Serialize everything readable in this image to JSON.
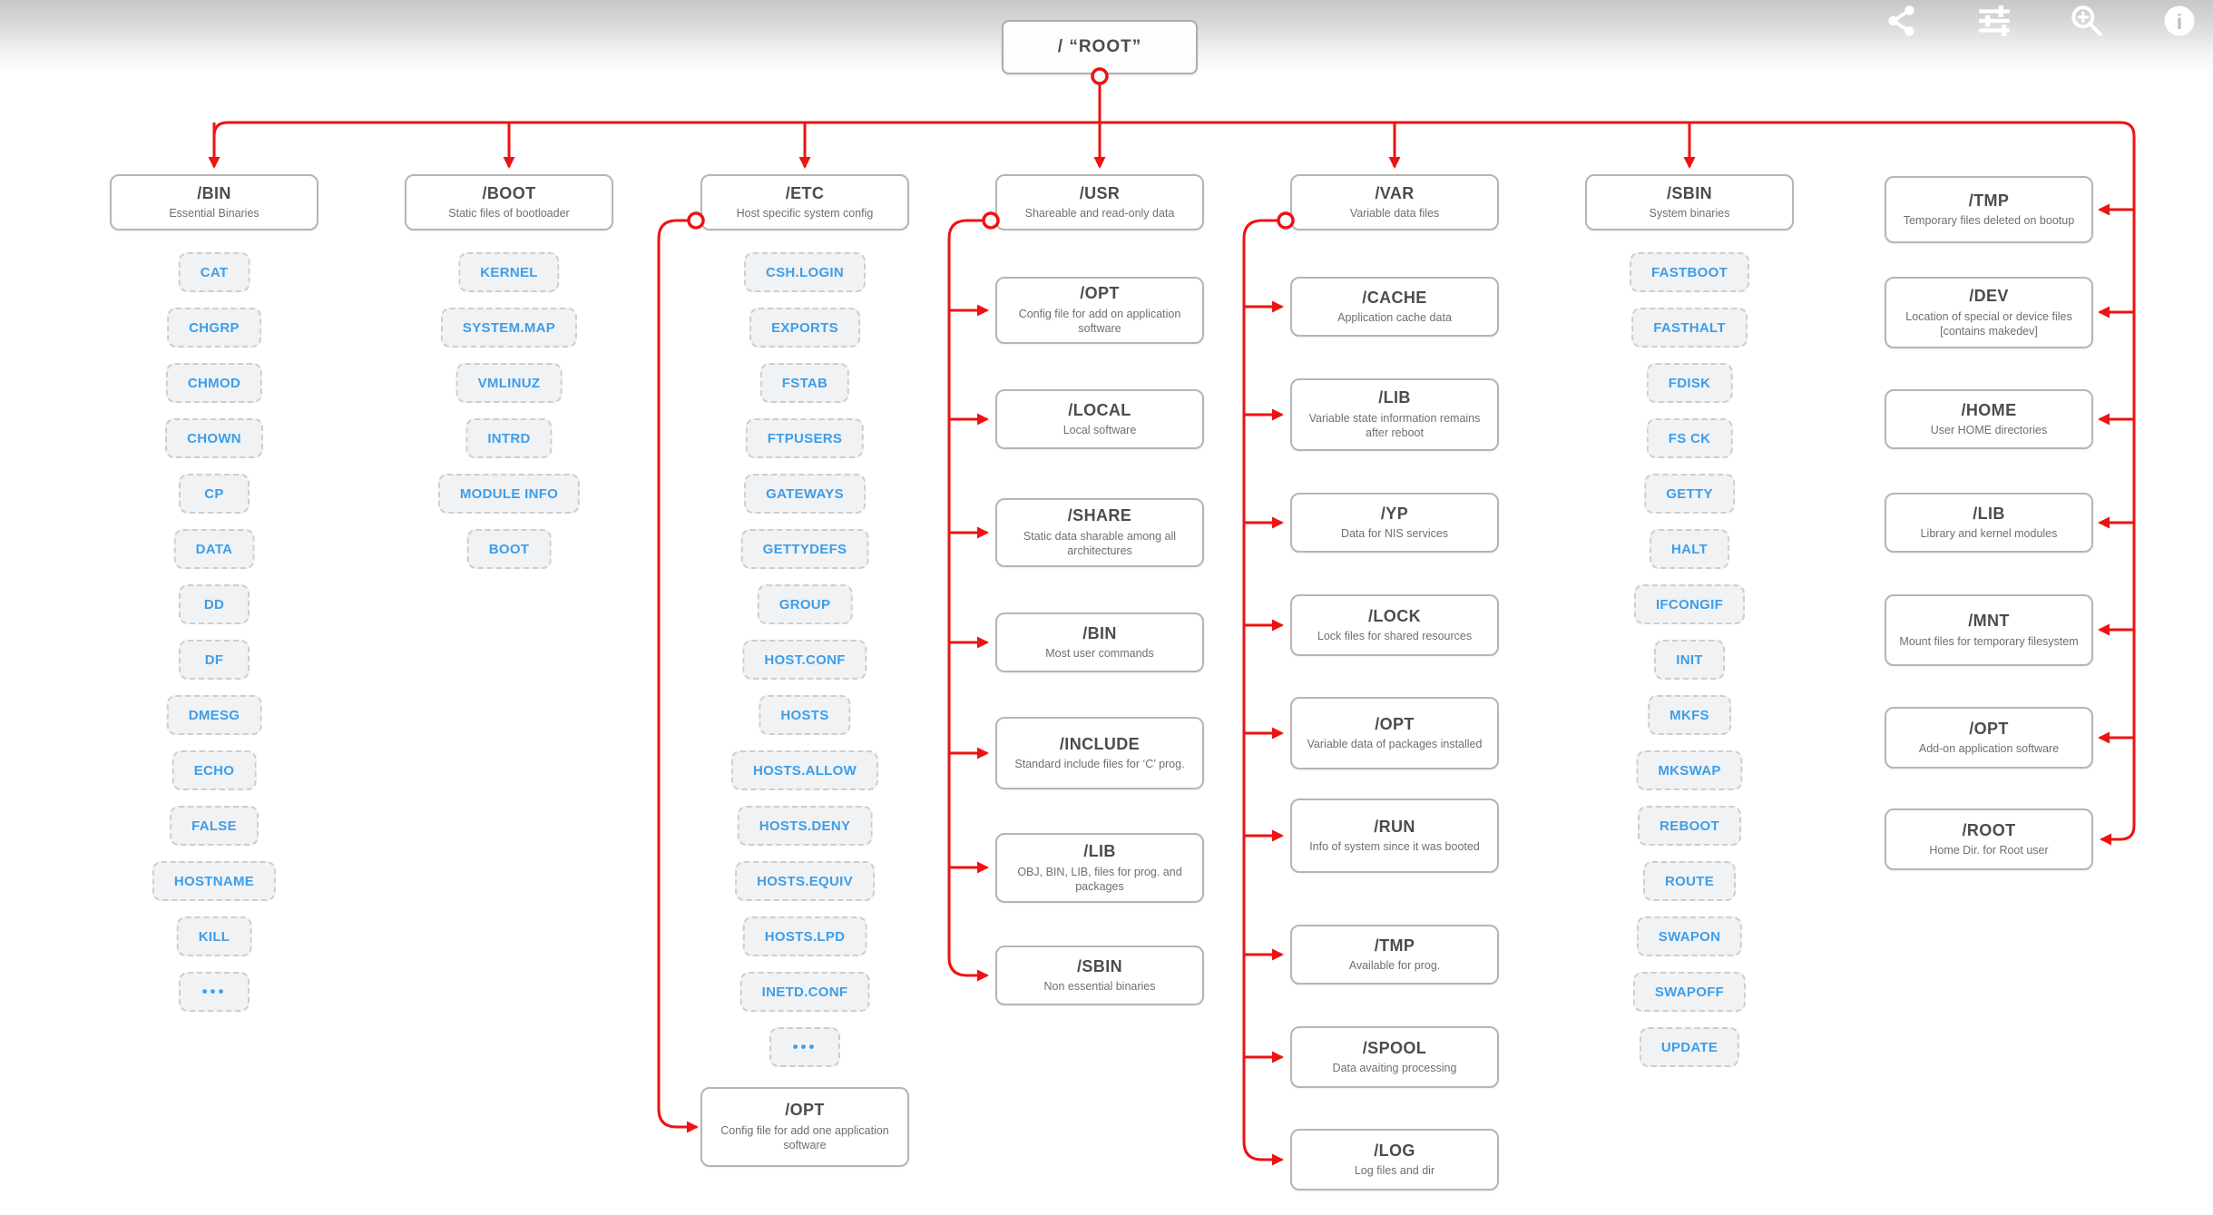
{
  "colors": {
    "connector": "#ee1212",
    "item_text": "#3d9ee9",
    "node_border": "#b5b5b5"
  },
  "toolbar": {
    "icons": [
      "share-icon",
      "tune-icon",
      "zoom-in-icon",
      "info-icon"
    ]
  },
  "root": {
    "label": "/  “ROOT”"
  },
  "columns": [
    {
      "id": "bin",
      "title": "/BIN",
      "desc": "Essential Binaries",
      "items": [
        "CAT",
        "CHGRP",
        "CHMOD",
        "CHOWN",
        "CP",
        "DATA",
        "DD",
        "DF",
        "DMESG",
        "ECHO",
        "FALSE",
        "HOSTNAME",
        "KILL",
        "•••"
      ]
    },
    {
      "id": "boot",
      "title": "/BOOT",
      "desc": "Static files of bootloader",
      "items": [
        "KERNEL",
        "SYSTEM.MAP",
        "VMLINUZ",
        "INTRD",
        "MODULE INFO",
        "BOOT"
      ]
    },
    {
      "id": "etc",
      "title": "/ETC",
      "desc": "Host specific system config",
      "items": [
        "CSH.LOGIN",
        "EXPORTS",
        "FSTAB",
        "FTPUSERS",
        "GATEWAYS",
        "GETTYDEFS",
        "GROUP",
        "HOST.CONF",
        "HOSTS",
        "HOSTS.ALLOW",
        "HOSTS.DENY",
        "HOSTS.EQUIV",
        "HOSTS.LPD",
        "INETD.CONF",
        "•••"
      ],
      "child": {
        "title": "/OPT",
        "desc": "Config file for add one application software"
      }
    },
    {
      "id": "usr",
      "title": "/USR",
      "desc": "Shareable and read-only data",
      "children": [
        {
          "title": "/OPT",
          "desc": "Config file for add on application software"
        },
        {
          "title": "/LOCAL",
          "desc": "Local software"
        },
        {
          "title": "/SHARE",
          "desc": "Static data sharable among all architectures"
        },
        {
          "title": "/BIN",
          "desc": "Most user commands"
        },
        {
          "title": "/INCLUDE",
          "desc": "Standard include files for ‘C’ prog."
        },
        {
          "title": "/LIB",
          "desc": "OBJ, BIN, LIB, files for prog. and packages"
        },
        {
          "title": "/SBIN",
          "desc": "Non essential binaries"
        }
      ]
    },
    {
      "id": "var",
      "title": "/VAR",
      "desc": "Variable data files",
      "children": [
        {
          "title": "/CACHE",
          "desc": "Application cache data"
        },
        {
          "title": "/LIB",
          "desc": "Variable state information remains after reboot"
        },
        {
          "title": "/YP",
          "desc": "Data for NIS services"
        },
        {
          "title": "/LOCK",
          "desc": "Lock files for shared resources"
        },
        {
          "title": "/OPT",
          "desc": "Variable data of packages installed"
        },
        {
          "title": "/RUN",
          "desc": "Info of system since it was booted"
        },
        {
          "title": "/TMP",
          "desc": "Available for prog."
        },
        {
          "title": "/SPOOL",
          "desc": "Data avaiting processing"
        },
        {
          "title": "/LOG",
          "desc": "Log files and dir"
        }
      ]
    },
    {
      "id": "sbin",
      "title": "/SBIN",
      "desc": "System binaries",
      "items": [
        "FASTBOOT",
        "FASTHALT",
        "FDISK",
        "FS CK",
        "GETTY",
        "HALT",
        "IFCONGIF",
        "INIT",
        "MKFS",
        "MKSWAP",
        "REBOOT",
        "ROUTE",
        "SWAPON",
        "SWAPOFF",
        "UPDATE"
      ]
    }
  ],
  "right_column": [
    {
      "title": "/TMP",
      "desc": "Temporary files deleted on bootup"
    },
    {
      "title": "/DEV",
      "desc": "Location of special or device files [contains makedev]"
    },
    {
      "title": "/HOME",
      "desc": "User HOME directories"
    },
    {
      "title": "/LIB",
      "desc": "Library and kernel modules"
    },
    {
      "title": "/MNT",
      "desc": "Mount files for temporary filesystem"
    },
    {
      "title": "/OPT",
      "desc": "Add-on application software"
    },
    {
      "title": "/ROOT",
      "desc": "Home Dir. for Root user"
    }
  ]
}
